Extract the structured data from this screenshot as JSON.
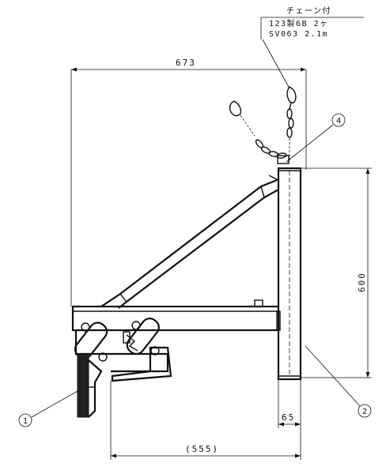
{
  "title": "",
  "note": {
    "line1": "チェーン付",
    "line2": "123製6B 2ヶ",
    "line3": "SV063 2.1m"
  },
  "dimensions": {
    "width_top": "673",
    "height_right": "600",
    "post_width": "65",
    "reach_bottom": "(555)"
  },
  "part_markers": {
    "p1": "1",
    "p2": "2",
    "p4": "4"
  }
}
